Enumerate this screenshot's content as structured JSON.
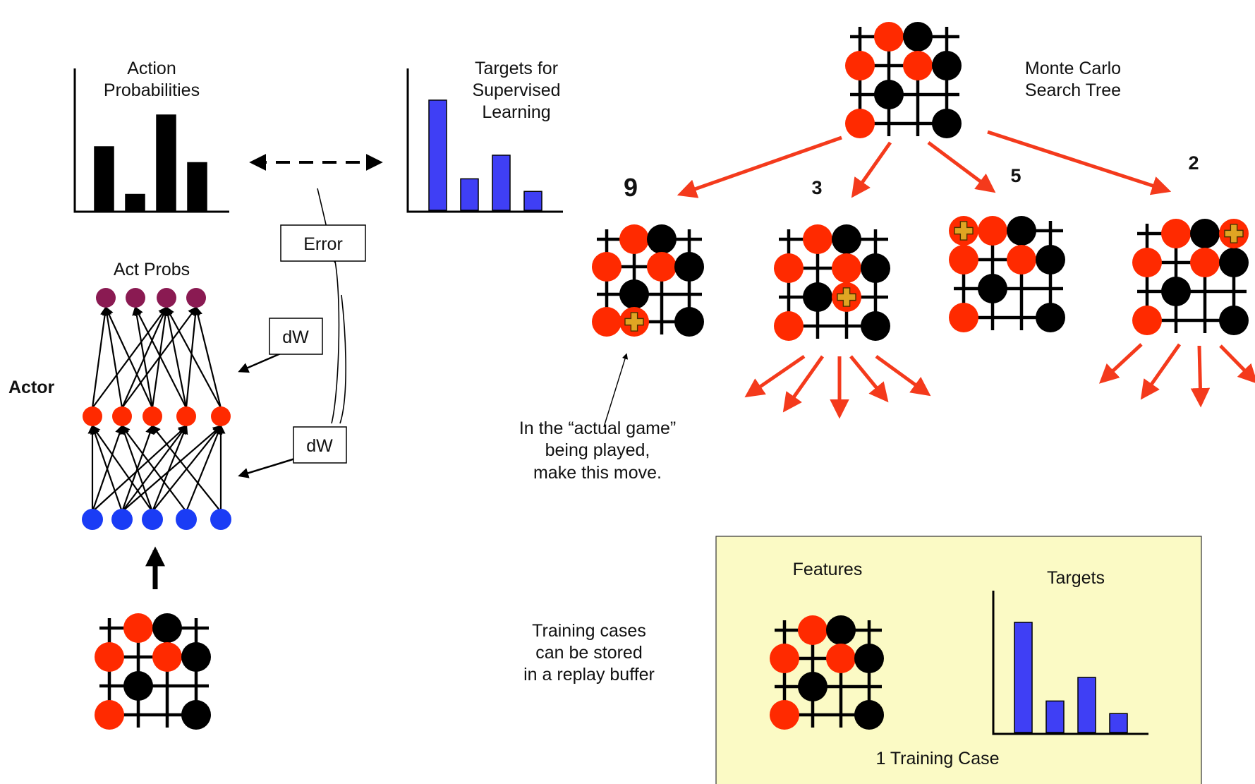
{
  "labels": {
    "action_probabilities_line1": "Action",
    "action_probabilities_line2": "Probabilities",
    "targets_line1": "Targets for",
    "targets_line2": "Supervised",
    "targets_line3": "Learning",
    "mcts_line1": "Monte Carlo",
    "mcts_line2": "Search Tree",
    "error_box": "Error",
    "dw_box_1": "dW",
    "dw_box_2": "dW",
    "act_probs": "Act Probs",
    "actor": "Actor",
    "move_note_line1": "In the “actual game”",
    "move_note_line2": "being played,",
    "move_note_line3": "make this move.",
    "replay_line1": "Training cases",
    "replay_line2": "can be stored",
    "replay_line3": "in a replay buffer",
    "features": "Features",
    "targets": "Targets",
    "training_case": "1 Training Case"
  },
  "visit_counts": [
    "9",
    "3",
    "5",
    "2"
  ],
  "colors": {
    "red_stone": "#ff2a00",
    "black_stone": "#000000",
    "arrow_red": "#f43a1c",
    "bar_blue": "#3f3ff5",
    "input_node": "#1a3cf5",
    "output_node": "#8a1a52",
    "panel_bg": "#fbfac5",
    "marker_fill": "#e0a523"
  },
  "charts": {
    "action_probabilities": {
      "type": "bar",
      "values": [
        4,
        1,
        6,
        3
      ]
    },
    "supervised_targets": {
      "type": "bar",
      "values": [
        7,
        2,
        3.5,
        1.2
      ]
    },
    "training_case_targets": {
      "type": "bar",
      "values": [
        7,
        2,
        3.5,
        1.2
      ]
    }
  },
  "network": {
    "inputs": 5,
    "hidden": 5,
    "outputs": 4
  }
}
